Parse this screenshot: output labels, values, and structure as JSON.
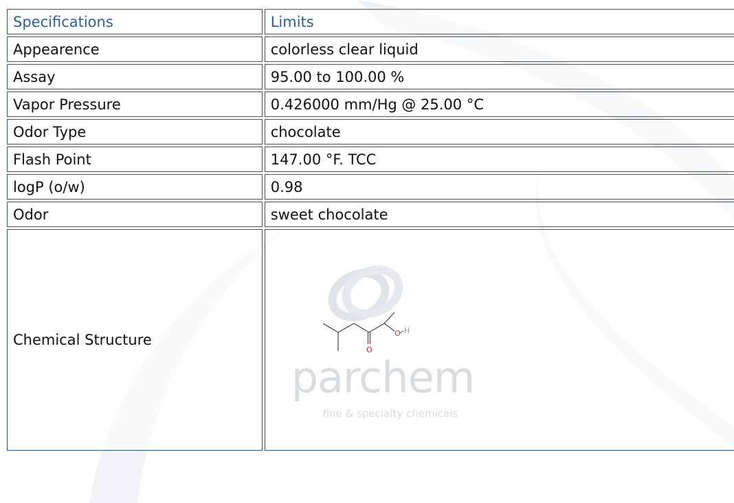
{
  "header": {
    "col1": "Specifications",
    "col2": "Limits"
  },
  "rows": [
    {
      "label": "Appearence",
      "value": "colorless clear liquid"
    },
    {
      "label": "Assay",
      "value": "95.00 to 100.00 %"
    },
    {
      "label": "Vapor Pressure",
      "value": "0.426000 mm/Hg @ 25.00 °C"
    },
    {
      "label": "Odor Type",
      "value": "chocolate"
    },
    {
      "label": "Flash Point",
      "value": "147.00 °F. TCC"
    },
    {
      "label": "logP (o/w)",
      "value": "0.98"
    },
    {
      "label": "Odor",
      "value": "sweet chocolate"
    }
  ],
  "structure": {
    "label": "Chemical Structure",
    "atom_o_ketone": "O",
    "atom_o_hydroxyl": "O",
    "atom_h": "H",
    "watermark_brand": "parchem",
    "watermark_tagline": "fine & specialty chemicals"
  },
  "colors": {
    "border": "#2a5b8c",
    "header_text": "#2d5f9a",
    "oxygen": "#e0202a"
  }
}
